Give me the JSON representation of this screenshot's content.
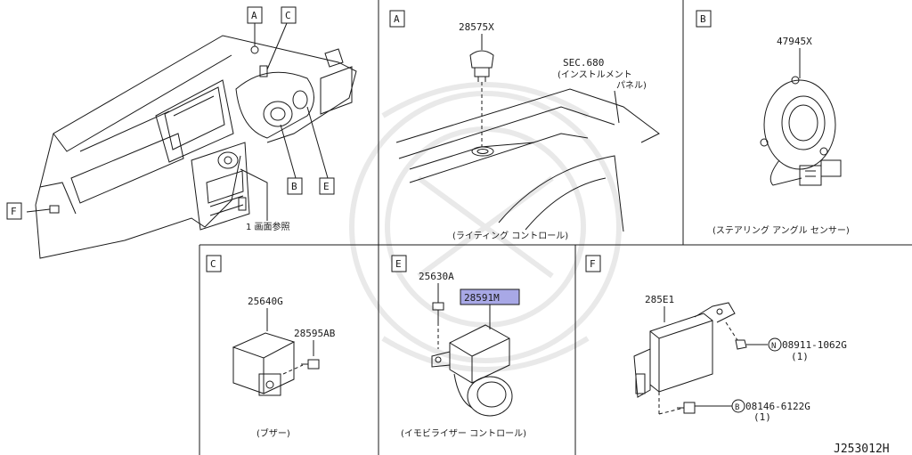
{
  "sections": {
    "A": {
      "tag": "A",
      "part": "28575X",
      "ref_line1": "SEC.680",
      "ref_line2": "(インストルメント",
      "ref_line3": "パネル)",
      "caption": "(ライティング コントロール)"
    },
    "B": {
      "tag": "B",
      "part": "47945X",
      "caption": "(ステアリング アングル センサー)"
    },
    "C": {
      "tag": "C",
      "part_main": "25640G",
      "part_screw": "28595AB",
      "caption": "(ブザー)"
    },
    "E": {
      "tag": "E",
      "part_bolt": "25630A",
      "part_main": "28591M",
      "caption": "(イモビライザー コントロール)"
    },
    "F": {
      "tag": "F",
      "part_main": "285E1",
      "nut_symbol": "N",
      "nut_part": "08911-1062G",
      "nut_qty": "(1)",
      "bolt_symbol": "B",
      "bolt_part": "08146-6122G",
      "bolt_qty": "(1)"
    }
  },
  "overview": {
    "callouts": [
      "A",
      "C",
      "B",
      "E",
      "F"
    ],
    "note": "1 画面参照"
  },
  "footer_code": "J253012H",
  "highlight_color": "#a8a8e6"
}
